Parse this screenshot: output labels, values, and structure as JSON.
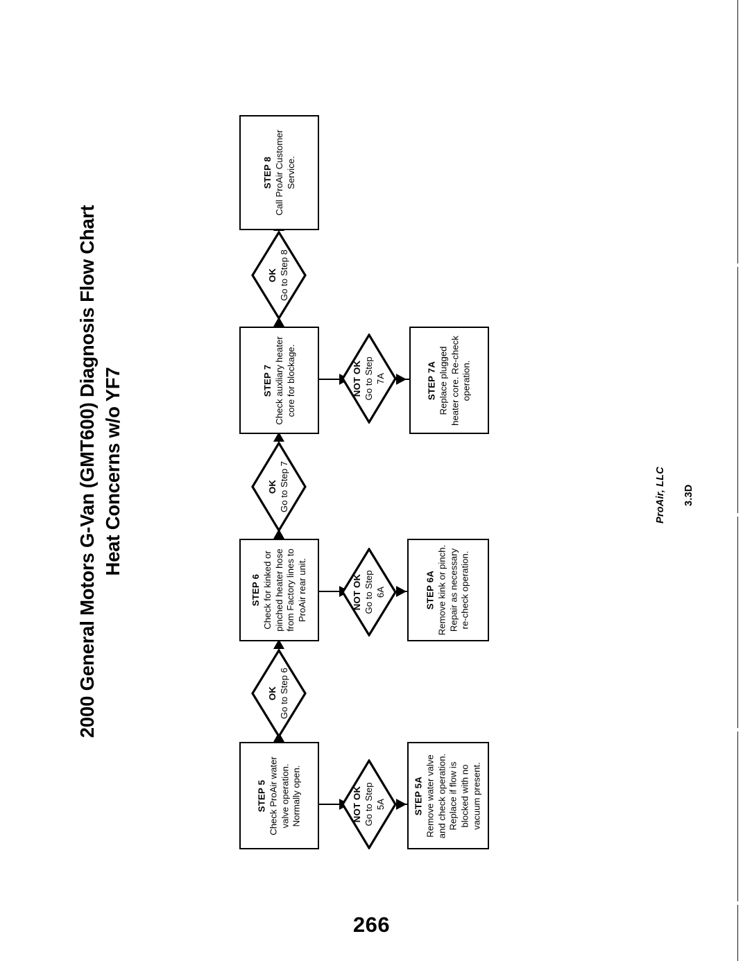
{
  "document": {
    "title_line1": "2000 General Motors G-Van (GMT600) Diagnosis Flow Chart",
    "title_line2": "Heat Concerns w/o YF7",
    "page_number": "266",
    "brand": "ProAir, LLC",
    "doc_code": "3.3D",
    "orientation": "landscape-rotated"
  },
  "flowchart": {
    "type": "diagnosis-flow-chart",
    "nodes": [
      {
        "id": "step5",
        "shape": "rectangle",
        "label": "STEP 5",
        "body": [
          "Check  ProAir  water",
          "valve operation.",
          "Normally open."
        ]
      },
      {
        "id": "step5-not-ok",
        "shape": "diamond",
        "label": "NOT OK",
        "body": [
          "Go to Step",
          "5A"
        ]
      },
      {
        "id": "step5a",
        "shape": "rectangle",
        "label": "STEP 5A",
        "body": [
          "Remove water valve",
          "and check operation.",
          "Replace if flow is",
          "blocked with no",
          "vacuum present."
        ]
      },
      {
        "id": "step5-ok",
        "shape": "diamond",
        "label": "OK",
        "body": [
          "Go to Step 6"
        ]
      },
      {
        "id": "step6",
        "shape": "rectangle",
        "label": "STEP 6",
        "body": [
          "Check for kinked or",
          "pinched heater hose",
          "from Factory lines to",
          "ProAir rear unit."
        ]
      },
      {
        "id": "step6-not-ok",
        "shape": "diamond",
        "label": "NOT OK",
        "body": [
          "Go to Step",
          "6A"
        ]
      },
      {
        "id": "step6a",
        "shape": "rectangle",
        "label": "STEP 6A",
        "body": [
          "Remove kink or pinch.",
          "Repair as necessary",
          "re-check operation."
        ]
      },
      {
        "id": "step6-ok",
        "shape": "diamond",
        "label": "OK",
        "body": [
          "Go to Step 7"
        ]
      },
      {
        "id": "step7",
        "shape": "rectangle",
        "label": "STEP 7",
        "body": [
          "Check auxliary heater",
          "core for blockage."
        ]
      },
      {
        "id": "step7-not-ok",
        "shape": "diamond",
        "label": "NOT OK",
        "body": [
          "Go to Step",
          "7A"
        ]
      },
      {
        "id": "step7a",
        "shape": "rectangle",
        "label": "STEP 7A",
        "body": [
          "Replace plugged",
          "heater core. Re-check",
          "operation."
        ]
      },
      {
        "id": "step7-ok",
        "shape": "diamond",
        "label": "OK",
        "body": [
          "Go to Step 8"
        ]
      },
      {
        "id": "step8",
        "shape": "rectangle",
        "label": "STEP 8",
        "body": [
          "Call ProAir Customer",
          "Service."
        ]
      }
    ],
    "edges": [
      {
        "from": "step5",
        "to": "step5-not-ok",
        "direction": "right"
      },
      {
        "from": "step5-not-ok",
        "to": "step5a",
        "direction": "right"
      },
      {
        "from": "step5",
        "to": "step5-ok",
        "direction": "up"
      },
      {
        "from": "step5-ok",
        "to": "step6",
        "direction": "up"
      },
      {
        "from": "step6",
        "to": "step6-not-ok",
        "direction": "right"
      },
      {
        "from": "step6-not-ok",
        "to": "step6a",
        "direction": "right"
      },
      {
        "from": "step6",
        "to": "step6-ok",
        "direction": "up"
      },
      {
        "from": "step6-ok",
        "to": "step7",
        "direction": "up"
      },
      {
        "from": "step7",
        "to": "step7-not-ok",
        "direction": "right"
      },
      {
        "from": "step7-not-ok",
        "to": "step7a",
        "direction": "right"
      },
      {
        "from": "step7",
        "to": "step7-ok",
        "direction": "up"
      },
      {
        "from": "step7-ok",
        "to": "step8",
        "direction": "up"
      }
    ]
  }
}
